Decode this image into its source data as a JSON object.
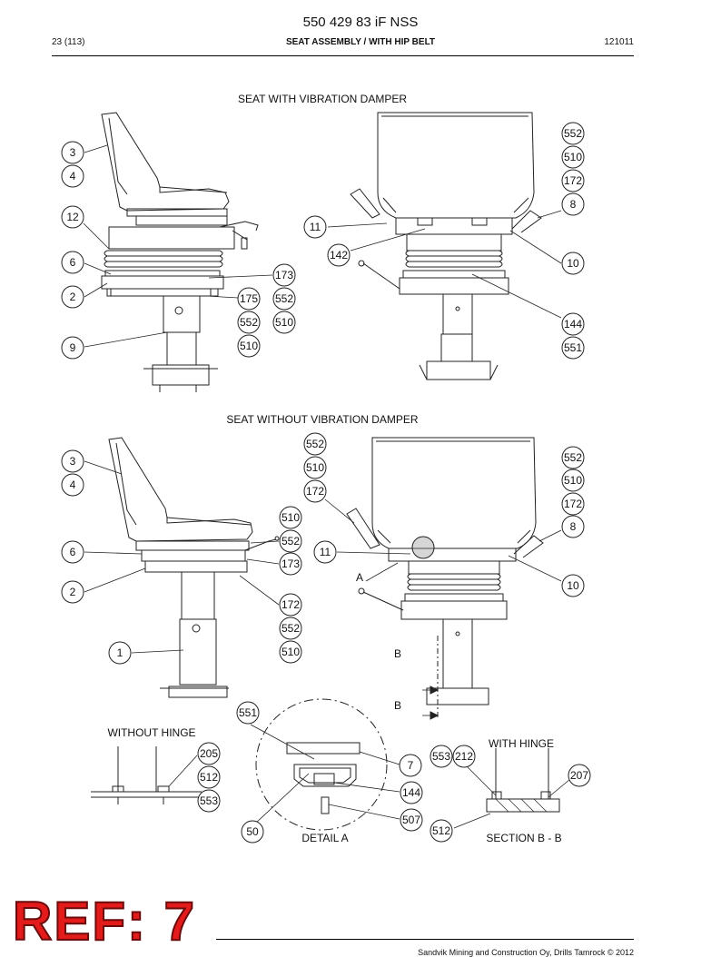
{
  "header": {
    "title": "550 429 83 iF NSS",
    "page": "23 (113)",
    "subtitle": "SEAT ASSEMBLY / WITH HIP BELT",
    "date_code": "121011"
  },
  "sections": {
    "with_damper": "SEAT WITH VIBRATION DAMPER",
    "without_damper": "SEAT WITHOUT VIBRATION DAMPER",
    "without_hinge": "WITHOUT HINGE",
    "with_hinge": "WITH HINGE",
    "detail_a": "DETAIL  A",
    "section_bb": "SECTION  B - B"
  },
  "view_markers": {
    "a": "A",
    "b_upper": "B",
    "b_lower": "B"
  },
  "callouts": {
    "d1_left": [
      "3",
      "4",
      "12",
      "6",
      "2",
      "9",
      "173",
      "175",
      "552",
      "552",
      "510",
      "510"
    ],
    "d1_right": [
      "552",
      "510",
      "172",
      "8",
      "11",
      "142",
      "10",
      "144",
      "551"
    ],
    "d2_left": [
      "3",
      "4",
      "6",
      "2",
      "1",
      "510",
      "552",
      "173",
      "172",
      "552",
      "510",
      "552",
      "510",
      "172"
    ],
    "d2_right": [
      "552",
      "510",
      "172",
      "8",
      "11",
      "10"
    ],
    "bottom": [
      "551",
      "7",
      "144",
      "507",
      "50",
      "205",
      "512",
      "553",
      "553",
      "212",
      "207",
      "512"
    ]
  },
  "stamp": {
    "text": "REF: 7"
  },
  "footer": {
    "text": "Sandvik Mining and Construction Oy, Drills Tamrock © 2012"
  }
}
